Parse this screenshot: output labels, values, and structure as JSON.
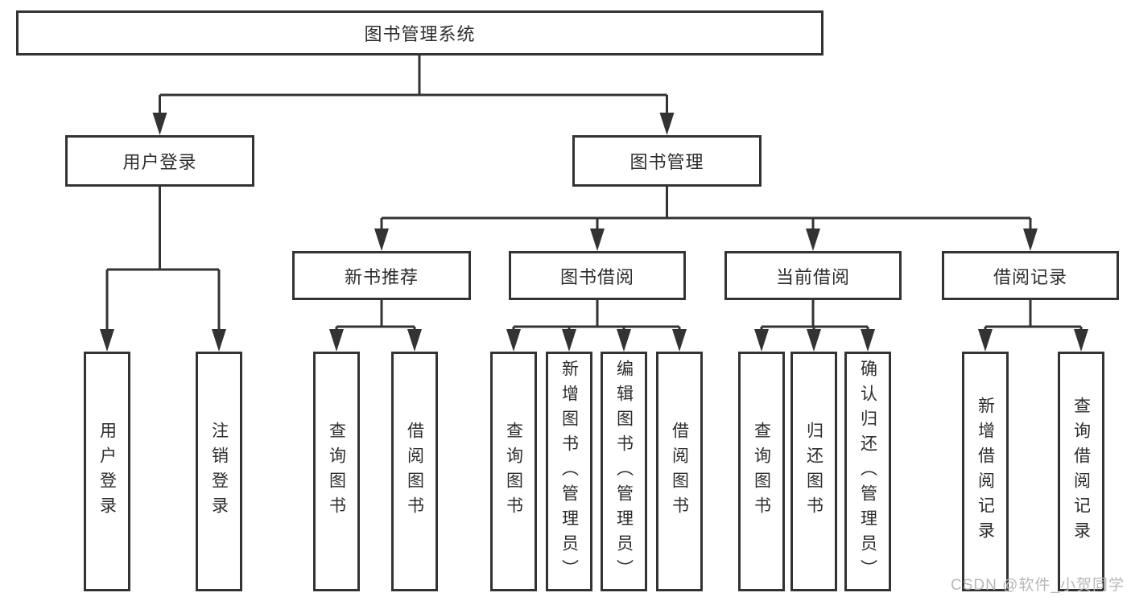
{
  "page": {
    "background": "#ffffff",
    "line_color": "#333333",
    "box_border_color": "#333333",
    "text_color": "#2d2d2d",
    "watermark_color": "#b8b8b8"
  },
  "tree": {
    "label": "图书管理系统",
    "children": [
      {
        "label": "用户登录",
        "children": [
          {
            "label": "用户登录"
          },
          {
            "label": "注销登录"
          }
        ]
      },
      {
        "label": "图书管理",
        "children": [
          {
            "label": "新书推荐",
            "children": [
              {
                "label": "查询图书"
              },
              {
                "label": "借阅图书"
              }
            ]
          },
          {
            "label": "图书借阅",
            "children": [
              {
                "label": "查询图书"
              },
              {
                "label": "新增图书（管理员）"
              },
              {
                "label": "编辑图书（管理员）"
              },
              {
                "label": "借阅图书"
              }
            ]
          },
          {
            "label": "当前借阅",
            "children": [
              {
                "label": "查询图书"
              },
              {
                "label": "归还图书"
              },
              {
                "label": "确认归还（管理员）"
              }
            ]
          },
          {
            "label": "借阅记录",
            "children": [
              {
                "label": "新增借阅记录"
              },
              {
                "label": "查询借阅记录"
              }
            ]
          }
        ]
      }
    ]
  },
  "watermark": {
    "text": "CSDN @软件_小贺同学"
  }
}
